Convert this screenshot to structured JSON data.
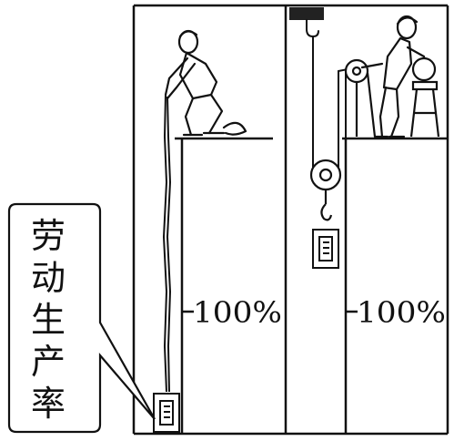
{
  "callout": {
    "chars": [
      "劳",
      "动",
      "生",
      "产",
      "率"
    ]
  },
  "left_panel": {
    "percent_label": "100%"
  },
  "right_panel": {
    "percent_label": "100%"
  },
  "colors": {
    "ink": "#111111",
    "background": "#ffffff"
  }
}
